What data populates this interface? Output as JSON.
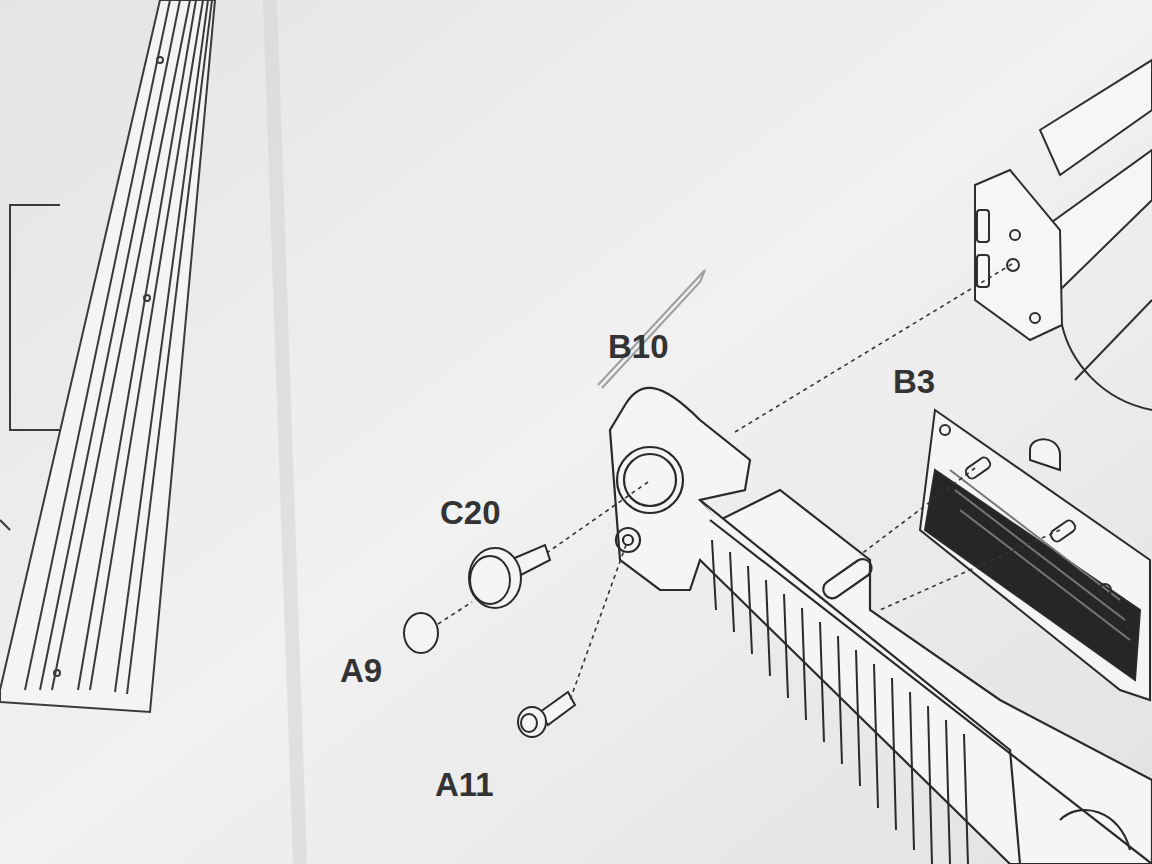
{
  "diagram": {
    "labels": [
      "B10",
      "B3",
      "C20",
      "A9",
      "A11"
    ]
  }
}
